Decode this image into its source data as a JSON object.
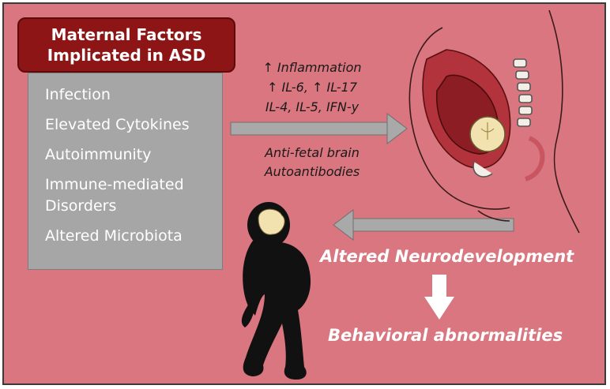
{
  "header": {
    "line1": "Maternal Factors",
    "line2": "Implicated in ASD"
  },
  "factors": [
    "Infection",
    "Elevated Cytokines",
    "Autoimmunity",
    "Immune-mediated",
    "Disorders",
    "Altered Microbiota"
  ],
  "mechanisms": {
    "line1": "↑ Inflammation",
    "line2": "↑ IL-6, ↑ IL-17",
    "line3": "IL-4, IL-5, IFN-y",
    "line4": "Anti-fetal brain",
    "line5": "Autoantibodies"
  },
  "outcomes": {
    "neuro": "Altered Neurodevelopment",
    "behavior": "Behavioral abnormalities"
  },
  "colors": {
    "background": "#d9767f",
    "header": "#8e1515",
    "factor_box": "#a6a6a6",
    "arrow": "#a9a9a9",
    "silhouette": "#111111",
    "brain": "#f1e2b0"
  },
  "icons": [
    "pregnant-woman-illustration",
    "child-silhouette-icon",
    "brain-icon"
  ]
}
